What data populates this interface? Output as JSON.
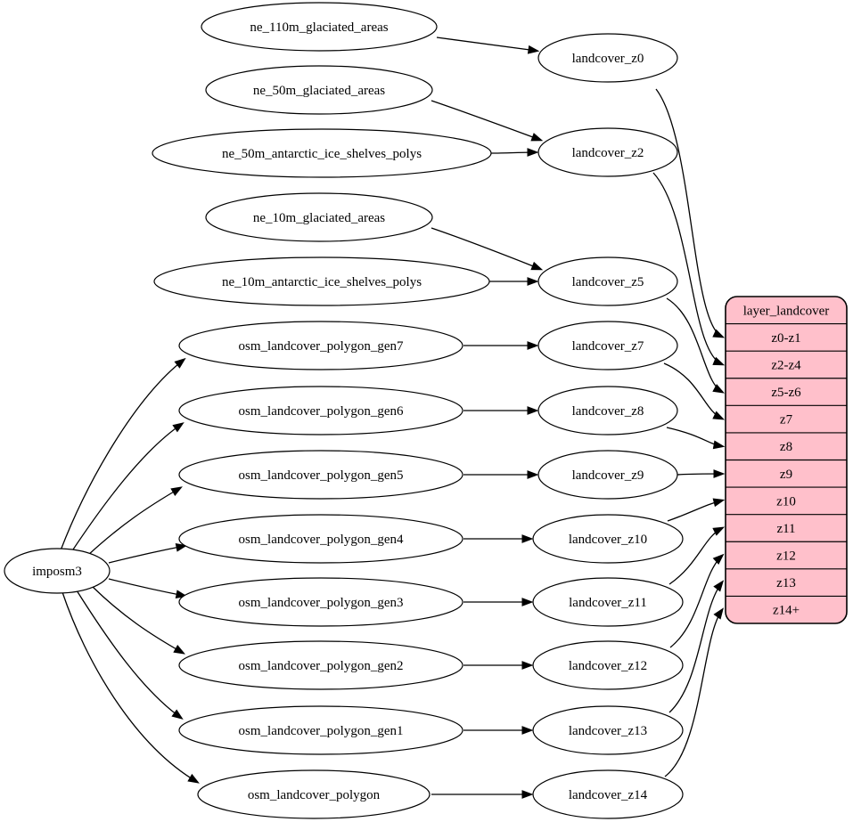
{
  "diagram": {
    "type": "dependency-graph",
    "background": "#ffffff",
    "edge_color": "#000000",
    "ellipse_fill": "#ffffff",
    "ellipse_stroke": "#000000",
    "text_color": "#000000",
    "nodes": [
      {
        "id": "imposm3",
        "label": "imposm3"
      },
      {
        "id": "ne_110m_glaciated_areas",
        "label": "ne_110m_glaciated_areas"
      },
      {
        "id": "ne_50m_glaciated_areas",
        "label": "ne_50m_glaciated_areas"
      },
      {
        "id": "ne_50m_antarctic_ice_shelves_polys",
        "label": "ne_50m_antarctic_ice_shelves_polys"
      },
      {
        "id": "ne_10m_glaciated_areas",
        "label": "ne_10m_glaciated_areas"
      },
      {
        "id": "ne_10m_antarctic_ice_shelves_polys",
        "label": "ne_10m_antarctic_ice_shelves_polys"
      },
      {
        "id": "osm_landcover_polygon_gen7",
        "label": "osm_landcover_polygon_gen7"
      },
      {
        "id": "osm_landcover_polygon_gen6",
        "label": "osm_landcover_polygon_gen6"
      },
      {
        "id": "osm_landcover_polygon_gen5",
        "label": "osm_landcover_polygon_gen5"
      },
      {
        "id": "osm_landcover_polygon_gen4",
        "label": "osm_landcover_polygon_gen4"
      },
      {
        "id": "osm_landcover_polygon_gen3",
        "label": "osm_landcover_polygon_gen3"
      },
      {
        "id": "osm_landcover_polygon_gen2",
        "label": "osm_landcover_polygon_gen2"
      },
      {
        "id": "osm_landcover_polygon_gen1",
        "label": "osm_landcover_polygon_gen1"
      },
      {
        "id": "osm_landcover_polygon",
        "label": "osm_landcover_polygon"
      },
      {
        "id": "landcover_z0",
        "label": "landcover_z0"
      },
      {
        "id": "landcover_z2",
        "label": "landcover_z2"
      },
      {
        "id": "landcover_z5",
        "label": "landcover_z5"
      },
      {
        "id": "landcover_z7",
        "label": "landcover_z7"
      },
      {
        "id": "landcover_z8",
        "label": "landcover_z8"
      },
      {
        "id": "landcover_z9",
        "label": "landcover_z9"
      },
      {
        "id": "landcover_z10",
        "label": "landcover_z10"
      },
      {
        "id": "landcover_z11",
        "label": "landcover_z11"
      },
      {
        "id": "landcover_z12",
        "label": "landcover_z12"
      },
      {
        "id": "landcover_z13",
        "label": "landcover_z13"
      },
      {
        "id": "landcover_z14",
        "label": "landcover_z14"
      }
    ],
    "record": {
      "id": "layer_landcover",
      "title": "layer_landcover",
      "fill": "#ffc0cb",
      "stroke": "#000000",
      "rows": [
        "z0-z1",
        "z2-z4",
        "z5-z6",
        "z7",
        "z8",
        "z9",
        "z10",
        "z11",
        "z12",
        "z13",
        "z14+"
      ]
    },
    "edges": [
      {
        "from": "ne_110m_glaciated_areas",
        "to": "landcover_z0"
      },
      {
        "from": "ne_50m_glaciated_areas",
        "to": "landcover_z2"
      },
      {
        "from": "ne_50m_antarctic_ice_shelves_polys",
        "to": "landcover_z2"
      },
      {
        "from": "ne_10m_glaciated_areas",
        "to": "landcover_z5"
      },
      {
        "from": "ne_10m_antarctic_ice_shelves_polys",
        "to": "landcover_z5"
      },
      {
        "from": "imposm3",
        "to": "osm_landcover_polygon_gen7"
      },
      {
        "from": "imposm3",
        "to": "osm_landcover_polygon_gen6"
      },
      {
        "from": "imposm3",
        "to": "osm_landcover_polygon_gen5"
      },
      {
        "from": "imposm3",
        "to": "osm_landcover_polygon_gen4"
      },
      {
        "from": "imposm3",
        "to": "osm_landcover_polygon_gen3"
      },
      {
        "from": "imposm3",
        "to": "osm_landcover_polygon_gen2"
      },
      {
        "from": "imposm3",
        "to": "osm_landcover_polygon_gen1"
      },
      {
        "from": "imposm3",
        "to": "osm_landcover_polygon"
      },
      {
        "from": "osm_landcover_polygon_gen7",
        "to": "landcover_z7"
      },
      {
        "from": "osm_landcover_polygon_gen6",
        "to": "landcover_z8"
      },
      {
        "from": "osm_landcover_polygon_gen5",
        "to": "landcover_z9"
      },
      {
        "from": "osm_landcover_polygon_gen4",
        "to": "landcover_z10"
      },
      {
        "from": "osm_landcover_polygon_gen3",
        "to": "landcover_z11"
      },
      {
        "from": "osm_landcover_polygon_gen2",
        "to": "landcover_z12"
      },
      {
        "from": "osm_landcover_polygon_gen1",
        "to": "landcover_z13"
      },
      {
        "from": "osm_landcover_polygon",
        "to": "landcover_z14"
      },
      {
        "from": "landcover_z0",
        "to": "layer_landcover.z0-z1"
      },
      {
        "from": "landcover_z2",
        "to": "layer_landcover.z2-z4"
      },
      {
        "from": "landcover_z5",
        "to": "layer_landcover.z5-z6"
      },
      {
        "from": "landcover_z7",
        "to": "layer_landcover.z7"
      },
      {
        "from": "landcover_z8",
        "to": "layer_landcover.z8"
      },
      {
        "from": "landcover_z9",
        "to": "layer_landcover.z9"
      },
      {
        "from": "landcover_z10",
        "to": "layer_landcover.z10"
      },
      {
        "from": "landcover_z11",
        "to": "layer_landcover.z11"
      },
      {
        "from": "landcover_z12",
        "to": "layer_landcover.z12"
      },
      {
        "from": "landcover_z13",
        "to": "layer_landcover.z13"
      },
      {
        "from": "landcover_z14",
        "to": "layer_landcover.z14+"
      }
    ]
  }
}
